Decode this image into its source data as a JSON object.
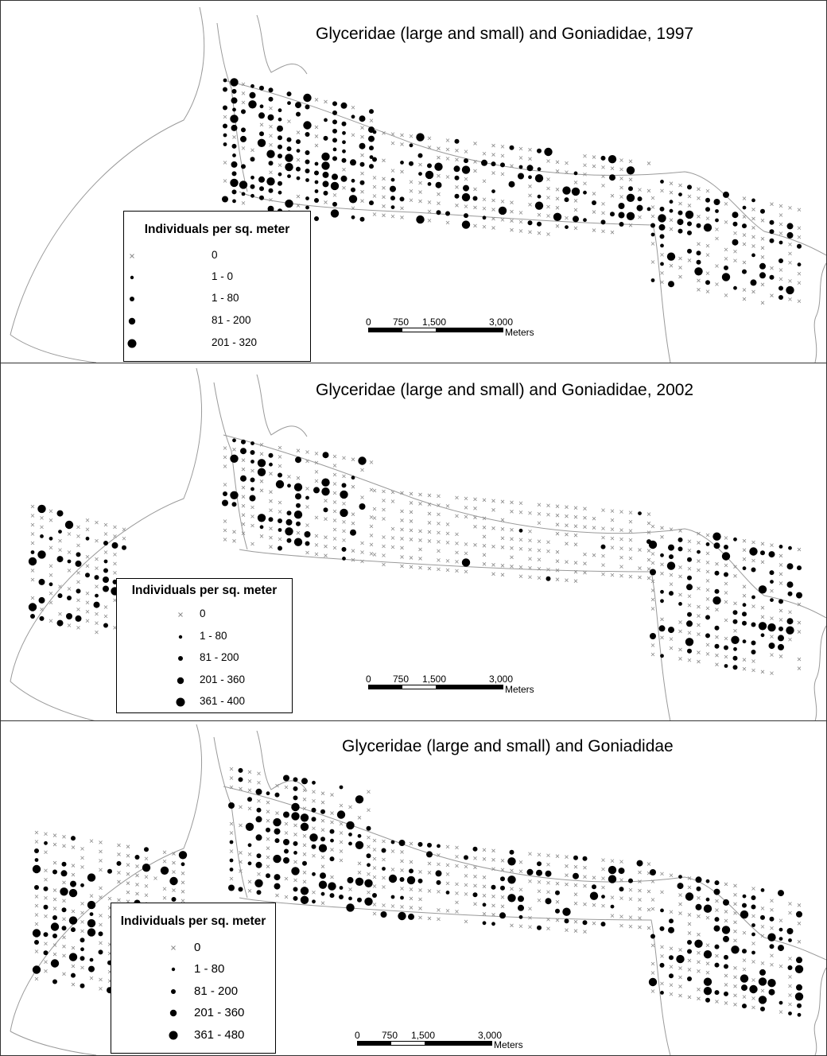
{
  "panels": [
    {
      "title": "Glyceridae (large and small) and Goniadidae, 1997",
      "legend": {
        "title": "Individuals per sq. meter",
        "items": [
          {
            "symbol": "cross",
            "label": "0"
          },
          {
            "symbol": "dot-1",
            "label": "1 - 0"
          },
          {
            "symbol": "dot-2",
            "label": "1 - 80"
          },
          {
            "symbol": "dot-3",
            "label": "81 - 200"
          },
          {
            "symbol": "dot-4",
            "label": "201 - 320"
          }
        ]
      },
      "scale": {
        "ticks": [
          "0",
          "750",
          "1,500",
          "3,000"
        ],
        "units": "Meters"
      }
    },
    {
      "title": "Glyceridae (large and small) and Goniadidae, 2002",
      "legend": {
        "title": "Individuals per sq. meter",
        "items": [
          {
            "symbol": "cross",
            "label": "0"
          },
          {
            "symbol": "dot-1",
            "label": "1 - 80"
          },
          {
            "symbol": "dot-2",
            "label": "81 - 200"
          },
          {
            "symbol": "dot-3",
            "label": "201 - 360"
          },
          {
            "symbol": "dot-4",
            "label": "361 - 400"
          }
        ]
      },
      "scale": {
        "ticks": [
          "0",
          "750",
          "1,500",
          "3,000"
        ],
        "units": "Meters"
      }
    },
    {
      "title": "Glyceridae (large and small) and Goniadidae",
      "legend": {
        "title": "Individuals per sq. meter",
        "items": [
          {
            "symbol": "cross",
            "label": "0"
          },
          {
            "symbol": "dot-1",
            "label": "1 - 80"
          },
          {
            "symbol": "dot-2",
            "label": "81 - 200"
          },
          {
            "symbol": "dot-3",
            "label": "201 - 360"
          },
          {
            "symbol": "dot-4",
            "label": "361 - 480"
          }
        ]
      },
      "scale": {
        "ticks": [
          "0",
          "750",
          "1,500",
          "3,000"
        ],
        "units": "Meters"
      }
    }
  ],
  "colors": {
    "coastline": "#9a9a9a",
    "dot": "#000000",
    "cross": "#8a8a8a"
  }
}
